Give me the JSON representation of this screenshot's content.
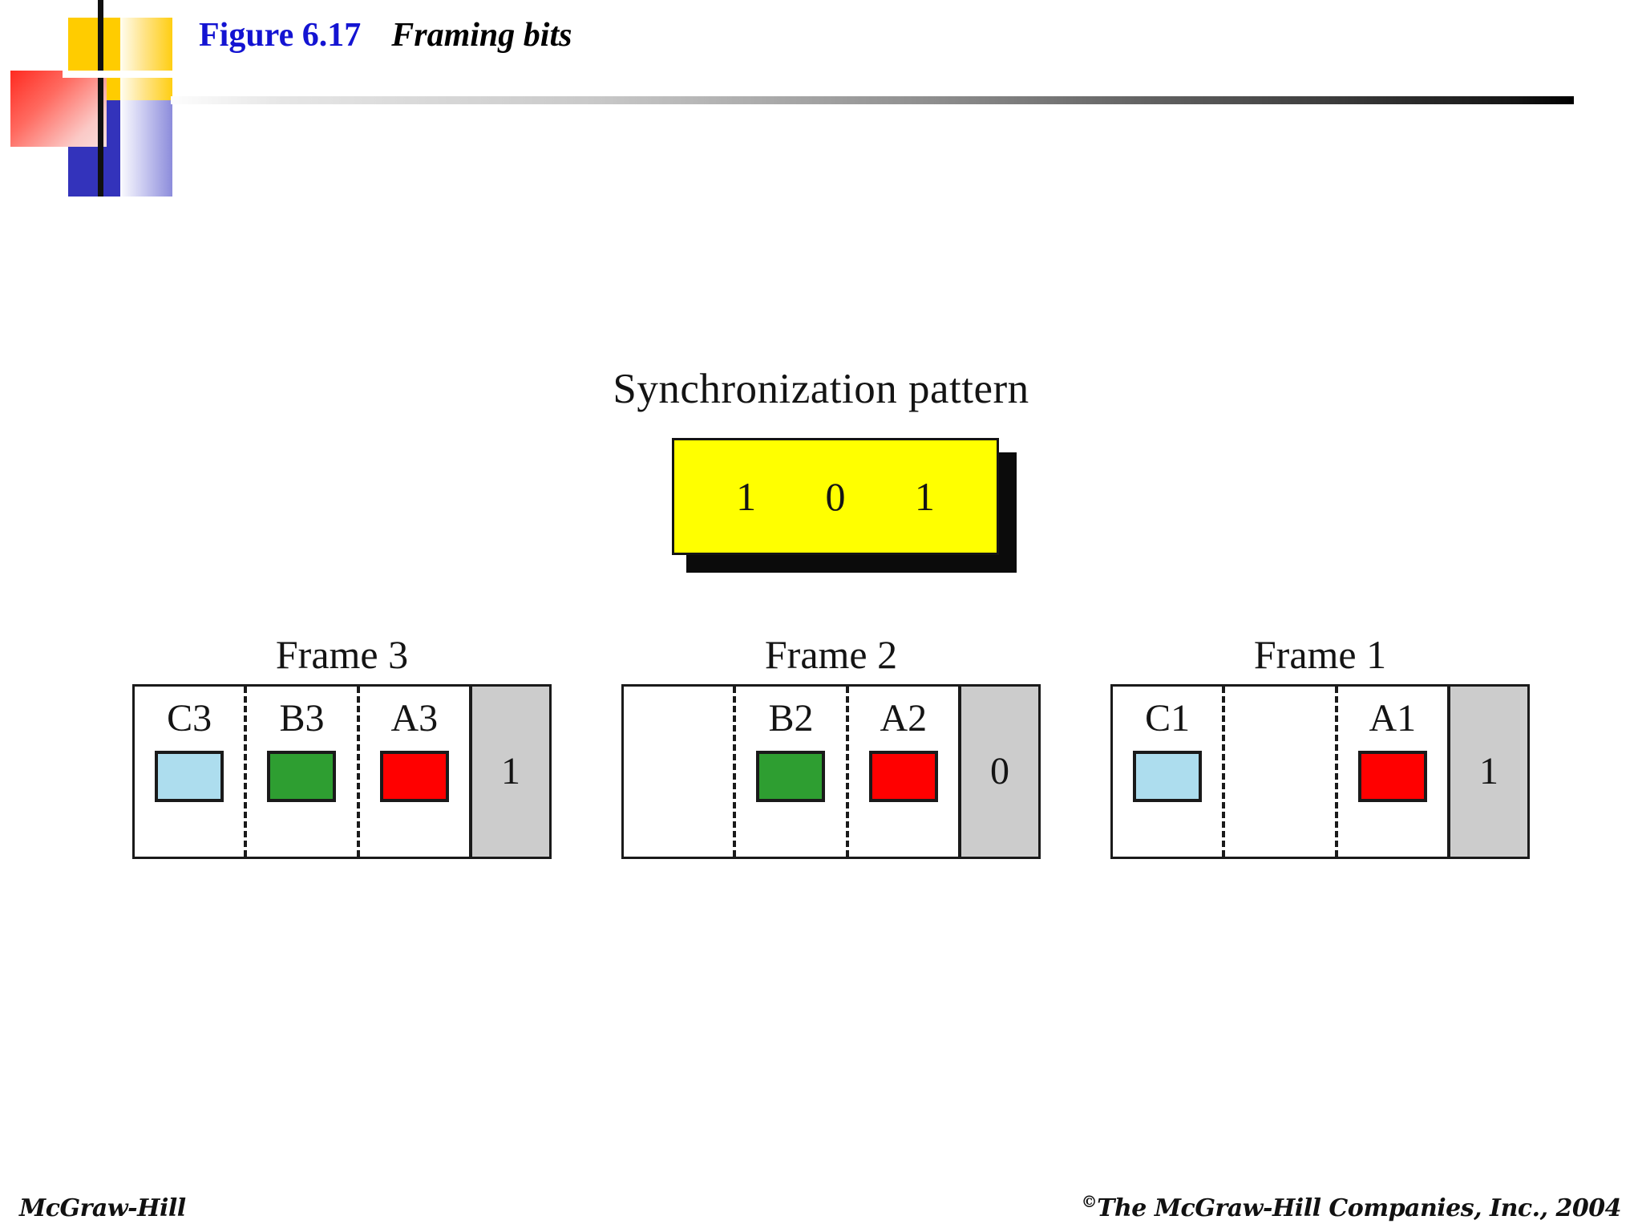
{
  "header": {
    "figure_number": "Figure 6.17",
    "caption": "Framing bits",
    "figure_number_color": "#1414D2"
  },
  "sync": {
    "title": "Synchronization pattern",
    "box_color": "#FFFF00",
    "bits": [
      "1",
      "0",
      "1"
    ]
  },
  "frames": [
    {
      "label": "Frame 3",
      "cells": [
        {
          "label": "C3",
          "swatch_color": "#ADDDEE",
          "has_swatch": true
        },
        {
          "label": "B3",
          "swatch_color": "#2E9E31",
          "has_swatch": true
        },
        {
          "label": "A3",
          "swatch_color": "#FF0000",
          "has_swatch": true
        }
      ],
      "framing_bit": "1"
    },
    {
      "label": "Frame 2",
      "cells": [
        {
          "label": "",
          "swatch_color": "",
          "has_swatch": false
        },
        {
          "label": "B2",
          "swatch_color": "#2E9E31",
          "has_swatch": true
        },
        {
          "label": "A2",
          "swatch_color": "#FF0000",
          "has_swatch": true
        }
      ],
      "framing_bit": "0"
    },
    {
      "label": "Frame 1",
      "cells": [
        {
          "label": "C1",
          "swatch_color": "#ADDDEE",
          "has_swatch": true
        },
        {
          "label": "",
          "swatch_color": "",
          "has_swatch": false
        },
        {
          "label": "A1",
          "swatch_color": "#FF0000",
          "has_swatch": true
        }
      ],
      "framing_bit": "1"
    }
  ],
  "footer": {
    "left": "McGraw-Hill",
    "copyright_mark": "©",
    "right": "The McGraw-Hill Companies, Inc., 2004"
  },
  "colors": {
    "framing_bit_cell": "#CCCCCC",
    "outline": "#1a1a1a",
    "logo_yellow": "#FFCC00",
    "logo_blue": "#3333BB",
    "logo_red": "#FF2A20"
  }
}
